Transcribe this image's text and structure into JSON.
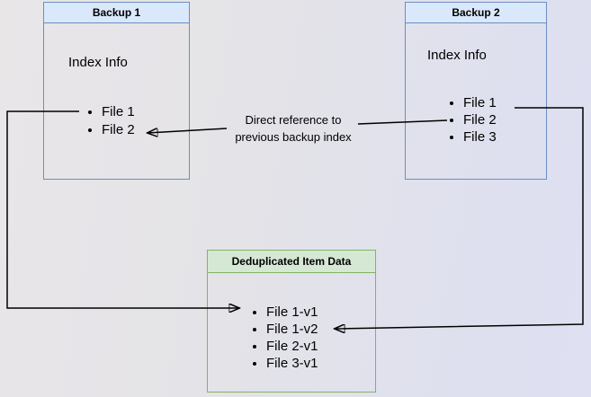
{
  "colors": {
    "blue_border": "#6c8ebf",
    "blue_fill": "#dae8fc",
    "green_border": "#82b366",
    "green_fill": "#d5e8d4",
    "line_color": "#000000"
  },
  "backup1": {
    "title": "Backup 1",
    "section": "Index Info",
    "files": [
      "File 1",
      "File 2"
    ]
  },
  "backup2": {
    "title": "Backup 2",
    "section": "Index Info",
    "files": [
      "File 1",
      "File 2",
      "File 3"
    ]
  },
  "dedup": {
    "title": "Deduplicated Item Data",
    "files": [
      "File 1-v1",
      "File 1-v2",
      "File 2-v1",
      "File 3-v1"
    ]
  },
  "annotation": {
    "line1": "Direct reference to",
    "line2": "previous backup index"
  }
}
